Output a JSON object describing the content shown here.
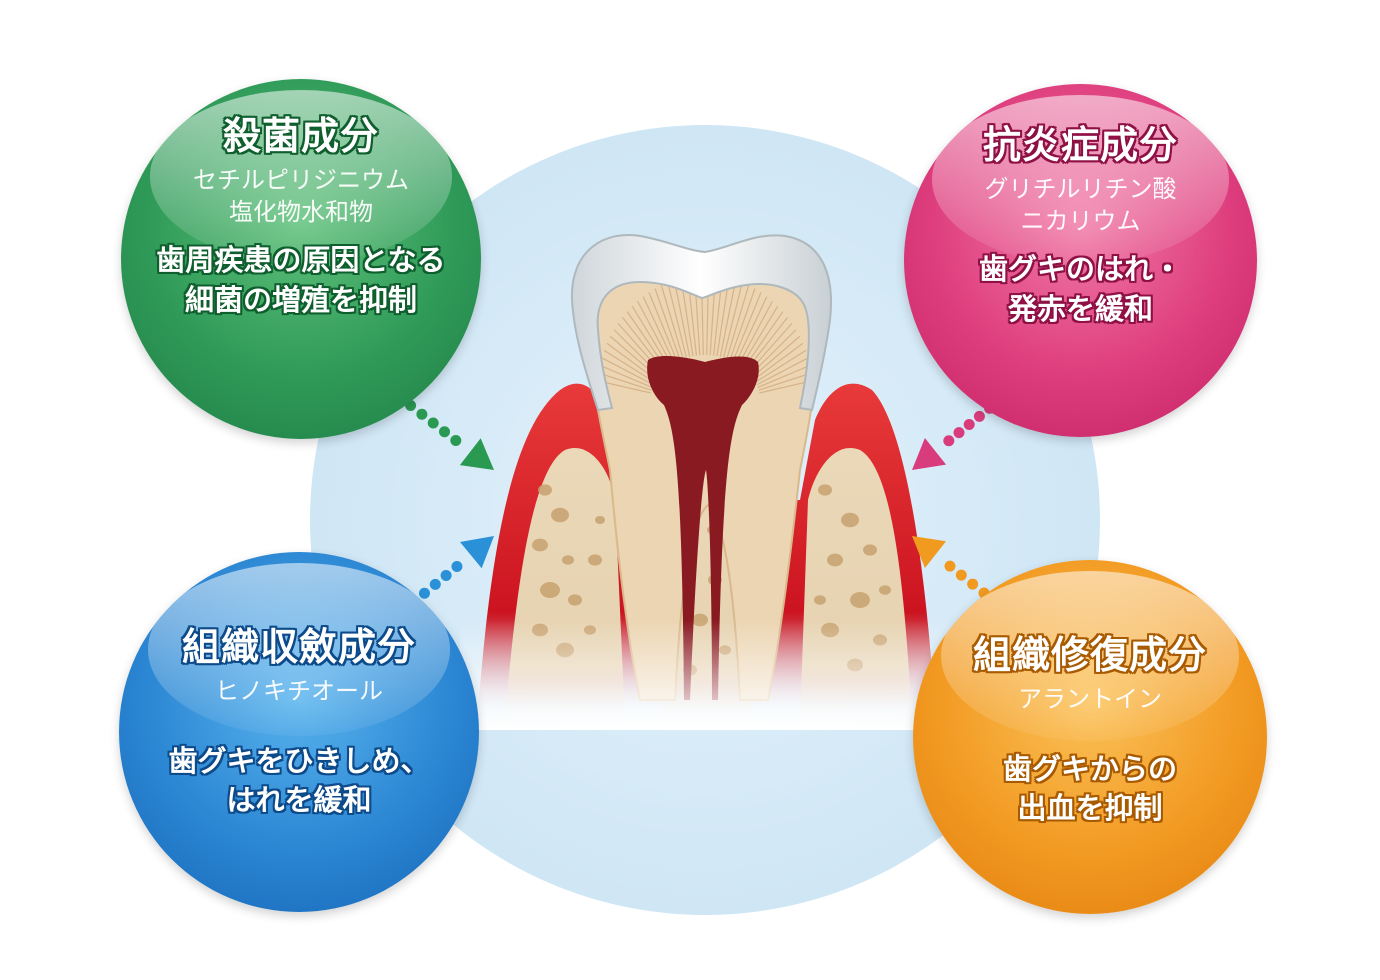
{
  "colors": {
    "background_circle": "#d8ecf8",
    "green": "#2f9a58",
    "pink": "#de3d7d",
    "blue": "#2b86d3",
    "orange": "#f29a22",
    "gum": "#d8202a",
    "dentin": "#f0dcc0",
    "enamel": "#f4f6f7",
    "pulp": "#8a1a22"
  },
  "bubbles": {
    "green": {
      "title": "殺菌成分",
      "ingredient_line1": "セチルピリジニウム",
      "ingredient_line2": "塩化物水和物",
      "effect_line1": "歯周疾患の原因となる",
      "effect_line2": "細菌の増殖を抑制"
    },
    "pink": {
      "title": "抗炎症成分",
      "ingredient_line1": "グリチルリチン酸",
      "ingredient_line2": "ニカリウム",
      "effect_line1": "歯グキのはれ・",
      "effect_line2": "発赤を緩和"
    },
    "blue": {
      "title": "組織収斂成分",
      "ingredient_line1": "ヒノキチオール",
      "effect_line1": "歯グキをひきしめ、",
      "effect_line2": "はれを緩和"
    },
    "orange": {
      "title": "組織修復成分",
      "ingredient_line1": "アラントイン",
      "effect_line1": "歯グキからの",
      "effect_line2": "出血を抑制"
    }
  },
  "icons": [
    "tooth-cross-section",
    "dotted-arrow-green",
    "dotted-arrow-pink",
    "dotted-arrow-blue",
    "dotted-arrow-orange"
  ]
}
